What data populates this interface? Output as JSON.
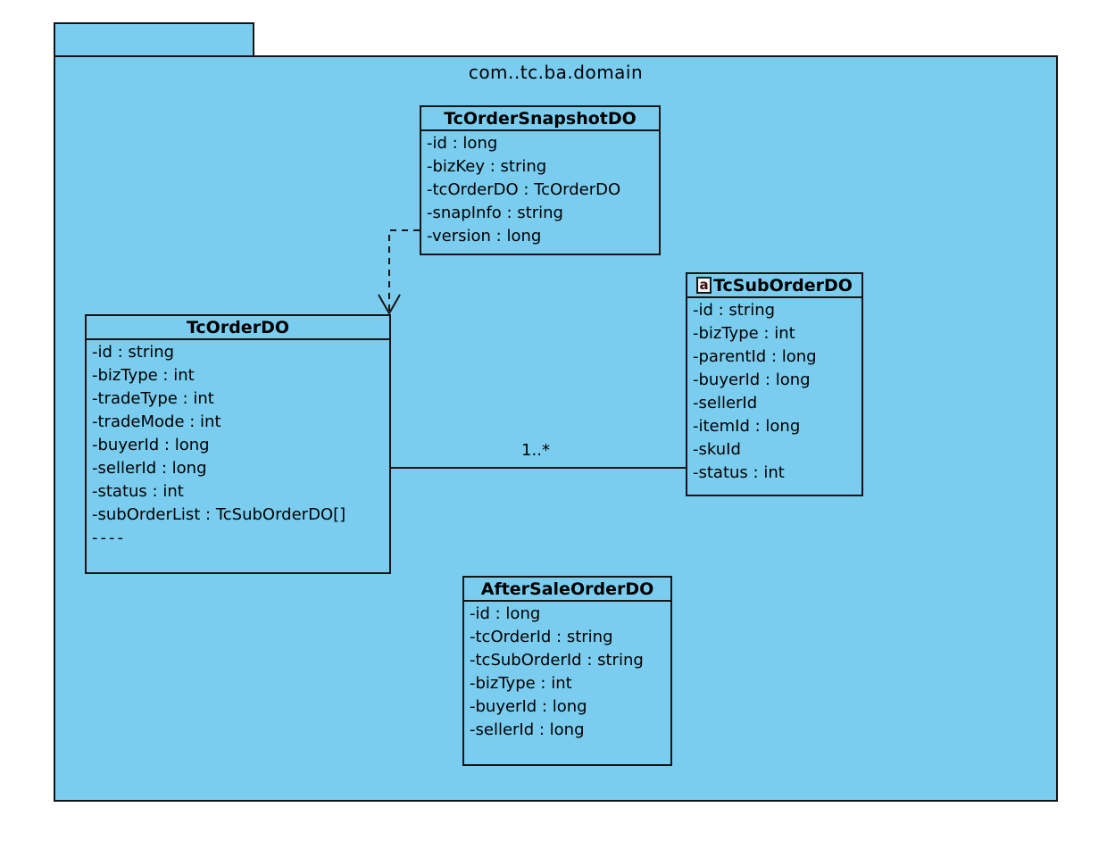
{
  "package": {
    "name": "com..tc.ba.domain"
  },
  "colors": {
    "fill": "#7bcdef",
    "border": "#141414",
    "text": "#000000"
  },
  "classes": {
    "snapshot": {
      "title": "TcOrderSnapshotDO",
      "attributes": [
        "-id : long",
        "-bizKey : string",
        "-tcOrderDO : TcOrderDO",
        "-snapInfo : string",
        "-version : long"
      ]
    },
    "order": {
      "title": "TcOrderDO",
      "attributes": [
        "-id : string",
        "-bizType : int",
        "-tradeType : int",
        "-tradeMode : int",
        "-buyerId : long",
        "-sellerId : long",
        "-status : int",
        "-subOrderList : TcSubOrderDO[]",
        "----"
      ]
    },
    "suborder": {
      "abstract_marker": "a",
      "title": "TcSubOrderDO",
      "attributes": [
        "-id : string",
        "-bizType : int",
        "-parentId : long",
        "-buyerId : long",
        "-sellerId",
        "-itemId : long",
        "-skuId",
        "-status : int"
      ]
    },
    "aftersale": {
      "title": "AfterSaleOrderDO",
      "attributes": [
        "-id : long",
        "-tcOrderId : string",
        "-tcSubOrderId : string",
        "-bizType : int",
        "-buyerId : long",
        "-sellerId : long"
      ]
    }
  },
  "relations": {
    "dependency": {
      "style": "dashed-open-arrow",
      "from": "TcOrderSnapshotDO",
      "to": "TcOrderDO"
    },
    "association": {
      "label": "1..*",
      "from": "TcOrderDO",
      "to": "TcSubOrderDO"
    }
  }
}
